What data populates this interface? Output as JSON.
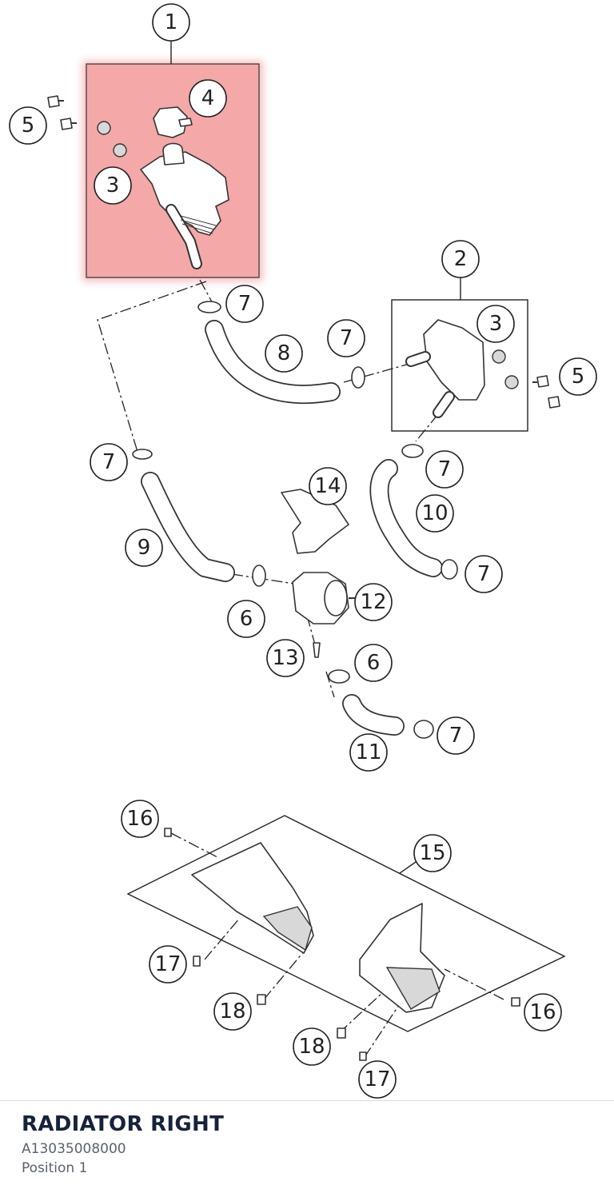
{
  "diagram": {
    "callouts": [
      "1",
      "2",
      "3",
      "4",
      "5",
      "6",
      "7",
      "8",
      "9",
      "10",
      "11",
      "12",
      "13",
      "14",
      "15",
      "16",
      "17",
      "18"
    ],
    "highlight_color": "#f08a8a"
  },
  "footer": {
    "title": "RADIATOR RIGHT",
    "part_number": "A13035008000",
    "position": "Position 1"
  }
}
